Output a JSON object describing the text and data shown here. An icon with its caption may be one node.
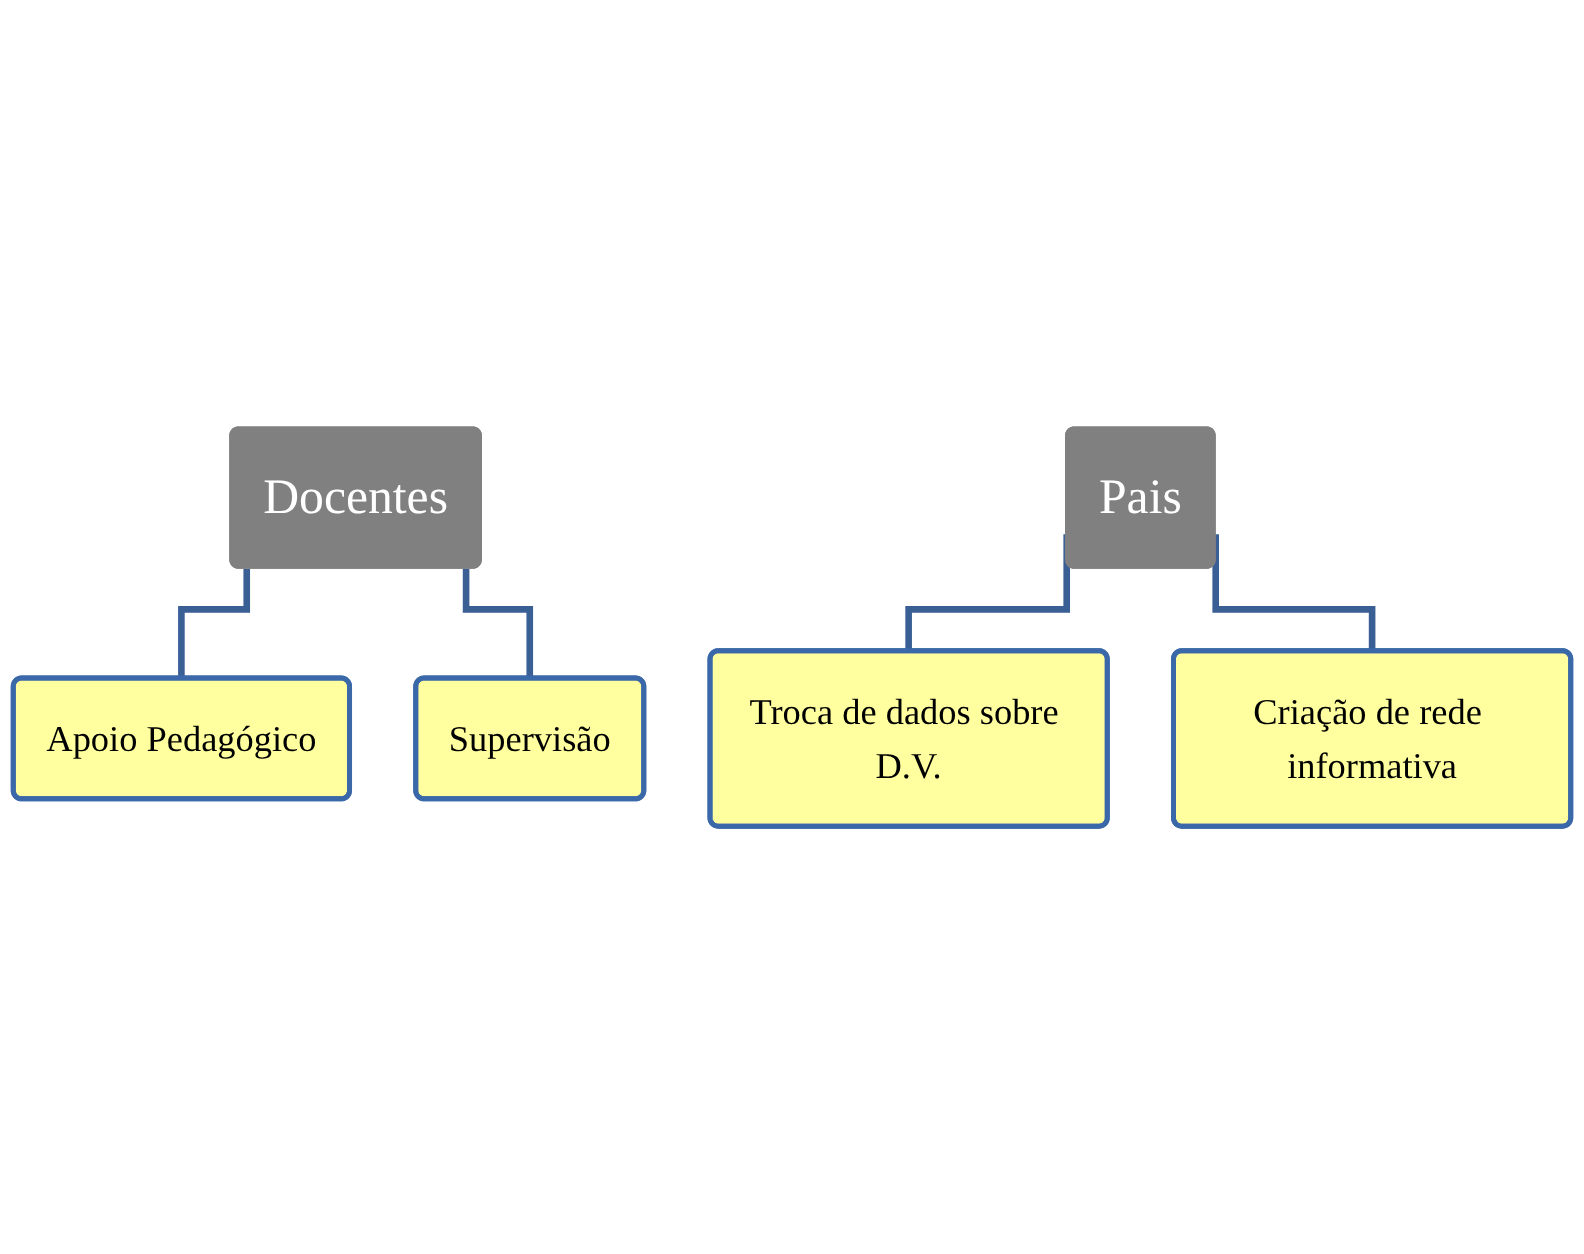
{
  "diagram": {
    "nodes": [
      {
        "text": [
          "Docentes"
        ]
      },
      {
        "text": [
          "Apoio Pedagógico"
        ]
      },
      {
        "text": [
          "Supervisão"
        ]
      },
      {
        "text": [
          "Pais"
        ]
      },
      {
        "text": [
          "Troca de dados sobre D.V."
        ]
      },
      {
        "text": [
          "Criação de rede informativa"
        ]
      }
    ],
    "edges": [
      {
        "from": 0,
        "to": 1,
        "arrow": "none"
      },
      {
        "from": 0,
        "to": 2,
        "arrow": "none"
      },
      {
        "from": 3,
        "to": 4,
        "arrow": "none"
      },
      {
        "from": 3,
        "to": 5,
        "arrow": "none"
      }
    ]
  }
}
